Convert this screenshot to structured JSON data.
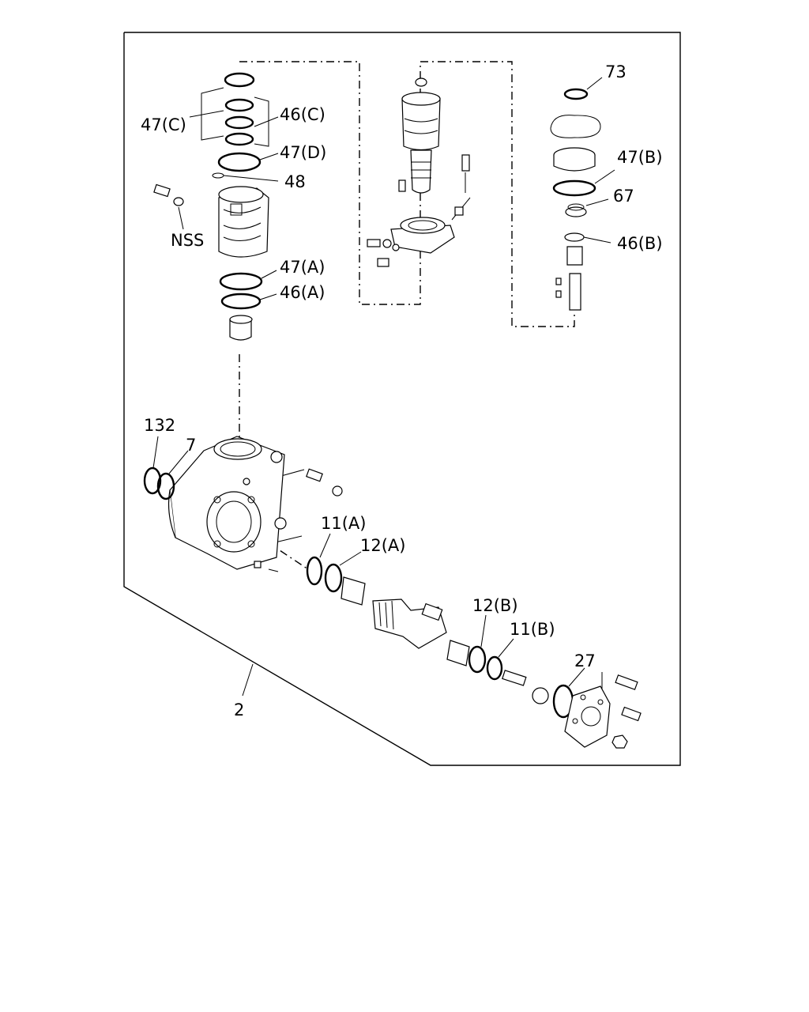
{
  "diagram": {
    "labels": {
      "l47c": "47(C)",
      "l46c": "46(C)",
      "l47d": "47(D)",
      "l48": "48",
      "lnss": "NSS",
      "l47a": "47(A)",
      "l46a": "46(A)",
      "l73": "73",
      "l47b": "47(B)",
      "l67": "67",
      "l46b": "46(B)",
      "l132": "132",
      "l7": "7",
      "l11a": "11(A)",
      "l12a": "12(A)",
      "l12b": "12(B)",
      "l11b": "11(B)",
      "l27": "27",
      "l2": "2"
    }
  }
}
